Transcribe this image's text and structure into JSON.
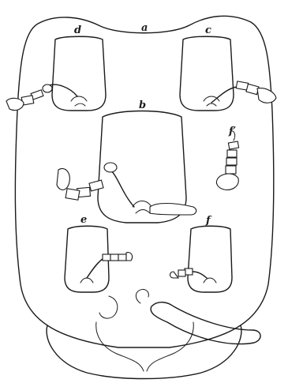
{
  "figure": {
    "labels": {
      "a": "a",
      "b": "b",
      "c": "c",
      "d": "d",
      "e": "e",
      "f": "f",
      "f_prime": "f′"
    }
  }
}
